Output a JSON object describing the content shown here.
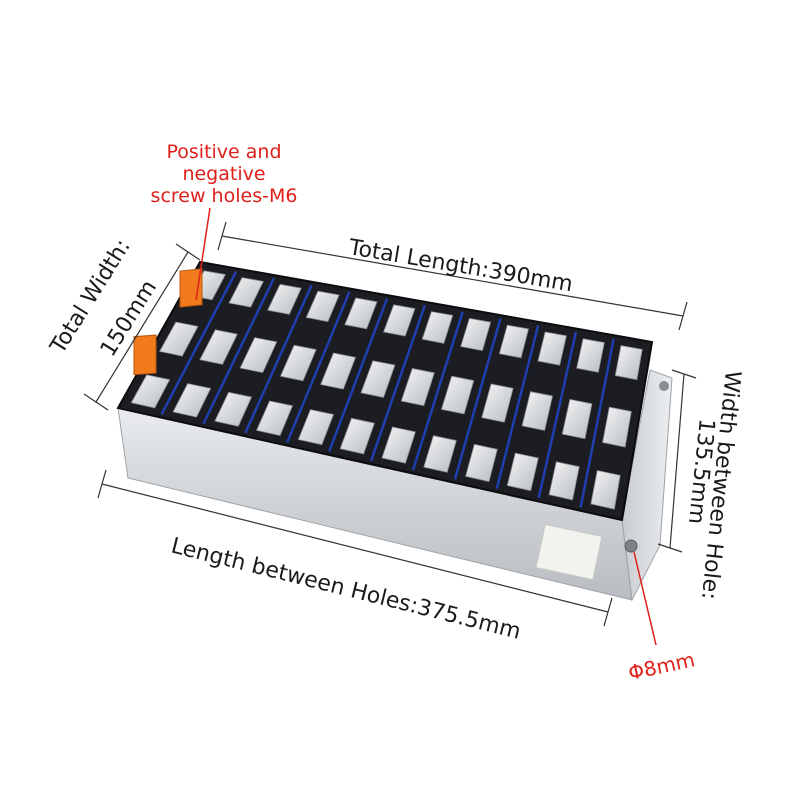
{
  "annotations": {
    "screw_holes": [
      "Positive and",
      "negative",
      "screw holes-M6"
    ],
    "total_length": "Total Length:390mm",
    "total_width_label": "Total Width:",
    "total_width_value": "150mm",
    "hole_width_label": "Width between Hole:",
    "hole_width_value": "135.5mm",
    "hole_length": "Length between Holes:375.5mm",
    "hole_diameter": "Φ8mm"
  },
  "product": {
    "cell_count": 12
  },
  "colors": {
    "annotation_red": "#e0201a",
    "terminal_orange": "#f07a1c",
    "dimension_line": "#333333",
    "casing": "#d6d9dc",
    "cell_top": "#1c1d22",
    "busbar_blue": "#1f3fb0"
  }
}
